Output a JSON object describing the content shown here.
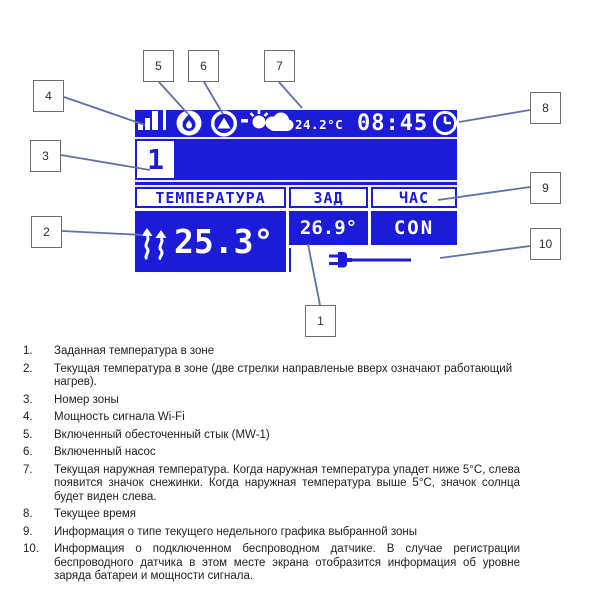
{
  "colors": {
    "lcd_blue": "#1c1cd8",
    "line_color": "#5f6fae",
    "callout_border": "#6e6e6e",
    "text_color": "#1f1f1f"
  },
  "display": {
    "status": {
      "outdoor_temp": "24.2°C",
      "time": "08:45"
    },
    "zone_number": "1",
    "temp_header": "ТЕМПЕРАТУРА",
    "set_header": "ЗАД",
    "hour_header": "ЧАС",
    "current_temp": "25.3°",
    "set_temp": "26.9°",
    "schedule_mode": "CON",
    "icons": {
      "wifi": "wifi-signal-icon",
      "contact": "flame-contact-icon",
      "pump": "pump-icon",
      "weather": "sun-cloud-icon",
      "clock": "clock-icon",
      "heating": "heating-arrows-icon",
      "sensor": "wireless-sensor-plug-icon"
    }
  },
  "callouts": {
    "c1": "1",
    "c2": "2",
    "c3": "3",
    "c4": "4",
    "c5": "5",
    "c6": "6",
    "c7": "7",
    "c8": "8",
    "c9": "9",
    "c10": "10"
  },
  "legend": [
    {
      "num": "1.",
      "text": "Заданная температура в зоне"
    },
    {
      "num": "2.",
      "text": "Текущая температура в зоне (две стрелки направленые вверх означают работающий нагрев)."
    },
    {
      "num": "3.",
      "text": "Номер зоны"
    },
    {
      "num": "4.",
      "text": "Мощность сигнала Wi-Fi"
    },
    {
      "num": "5.",
      "text": "Включенный обесточенный стык (MW-1)"
    },
    {
      "num": "6.",
      "text": "Включенный насос"
    },
    {
      "num": "7.",
      "text": "Текущая наружная температура. Когда наружная температура упадет ниже 5°С, слева появится значок снежинки. Когда наружная температура выше 5°С, значок солнца будет виден слева."
    },
    {
      "num": "8.",
      "text": "Текущее время"
    },
    {
      "num": "9.",
      "text": "Информация о типе текущего недельного графика выбранной зоны"
    },
    {
      "num": "10.",
      "text": "Информация о подключенном беспроводном датчике. В случае регистрации беспроводного датчика в этом месте экрана отобразится информация об уровне заряда батареи и мощности сигнала."
    }
  ]
}
